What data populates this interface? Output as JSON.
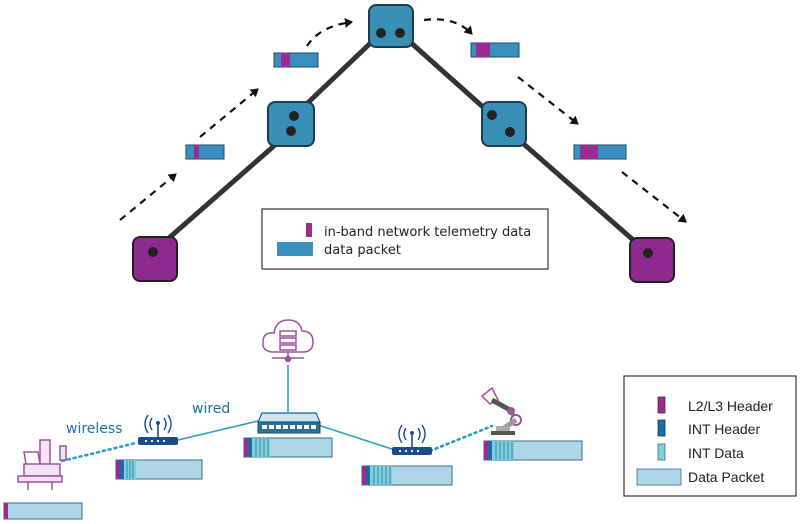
{
  "colors": {
    "switch_blue": "#3a8fb7",
    "switch_outline": "#1e3b4c",
    "endpoint_purple": "#8e2a8e",
    "telemetry_magenta": "#9c2a8f",
    "int_header_blue": "#1a6aa8",
    "int_data_cyan": "#7fd0da",
    "packet_lightblue": "#add6e6",
    "packet_blue": "#3a8fc0",
    "link_dark": "#333333",
    "link_cyan": "#2a9fc8",
    "device_purple": "#a0509f",
    "label_blue": "#1f6fa3"
  },
  "top_legend": {
    "telemetry_label": "in-band network telemetry data",
    "packet_label": "data packet"
  },
  "bottom_legend": {
    "l2l3_label": "L2/L3 Header",
    "int_header_label": "INT Header",
    "int_data_label": "INT Data",
    "packet_label": "Data Packet"
  },
  "links": {
    "wireless_label": "wireless",
    "wired_label": "wired"
  },
  "icons": {
    "cloud": "cloud-server-icon",
    "switch": "network-switch-icon",
    "access_point": "wireless-access-point-icon",
    "robot_arm": "robot-arm-icon",
    "workstation": "workstation-icon"
  }
}
